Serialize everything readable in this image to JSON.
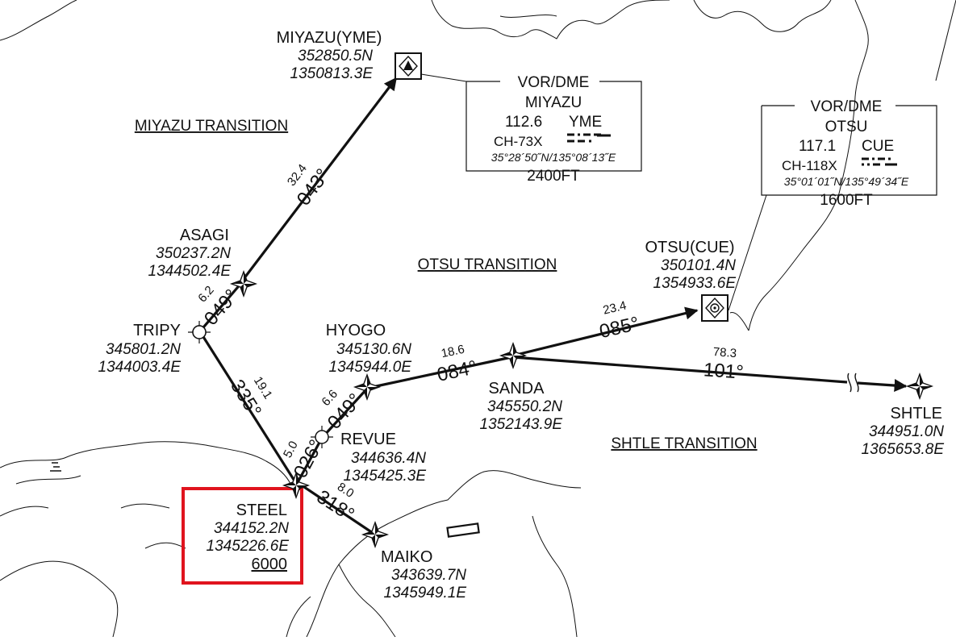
{
  "map": {
    "transitions": {
      "miyazu": "MIYAZU TRANSITION",
      "otsu": "OTSU TRANSITION",
      "shtle": "SHTLE TRANSITION"
    },
    "waypoints": {
      "miyazu": {
        "name": "MIYAZU(YME)",
        "lat": "352850.5N",
        "lon": "1350813.3E"
      },
      "asagi": {
        "name": "ASAGI",
        "lat": "350237.2N",
        "lon": "1344502.4E"
      },
      "tripy": {
        "name": "TRIPY",
        "lat": "345801.2N",
        "lon": "1344003.4E"
      },
      "hyogo": {
        "name": "HYOGO",
        "lat": "345130.6N",
        "lon": "1345944.0E"
      },
      "revue": {
        "name": "REVUE",
        "lat": "344636.4N",
        "lon": "1345425.3E"
      },
      "steel": {
        "name": "STEEL",
        "lat": "344152.2N",
        "lon": "1345226.6E",
        "alt": "6000"
      },
      "maiko": {
        "name": "MAIKO",
        "lat": "343639.7N",
        "lon": "1345949.1E"
      },
      "sanda": {
        "name": "SANDA",
        "lat": "345550.2N",
        "lon": "1352143.9E"
      },
      "otsu": {
        "name": "OTSU(CUE)",
        "lat": "350101.4N",
        "lon": "1354933.6E"
      },
      "shtle": {
        "name": "SHTLE",
        "lat": "344951.0N",
        "lon": "1365653.8E"
      }
    },
    "legs": {
      "asagi_miyazu": {
        "course": "043°",
        "dist": "32.4"
      },
      "tripy_asagi": {
        "course": "049°",
        "dist": "6.2"
      },
      "tripy_steel": {
        "course": "335°",
        "dist": "19.1"
      },
      "steel_revue": {
        "course": "026°",
        "dist": "5.0"
      },
      "revue_hyogo": {
        "course": "049°",
        "dist": "6.6"
      },
      "hyogo_sanda": {
        "course": "084°",
        "dist": "18.6"
      },
      "sanda_otsu": {
        "course": "085°",
        "dist": "23.4"
      },
      "sanda_shtle": {
        "course": "101°",
        "dist": "78.3"
      },
      "maiko_steel": {
        "course": "318°",
        "dist": "8.0"
      }
    },
    "navaids": {
      "miyazu": {
        "type": "VOR/DME",
        "name": "MIYAZU",
        "freq": "112.6",
        "ident": "YME",
        "channel": "CH-73X",
        "coords": "35°28´50˝N/135°08´13˝E",
        "elev": "2400FT",
        "morse": "-.-- -- ."
      },
      "otsu": {
        "type": "VOR/DME",
        "name": "OTSU",
        "freq": "117.1",
        "ident": "CUE",
        "channel": "CH-118X",
        "coords": "35°01´01˝N/135°49´34˝E",
        "elev": "1600FT",
        "morse": "-.-. ..- ."
      }
    },
    "highlight_color": "#e0141e"
  }
}
